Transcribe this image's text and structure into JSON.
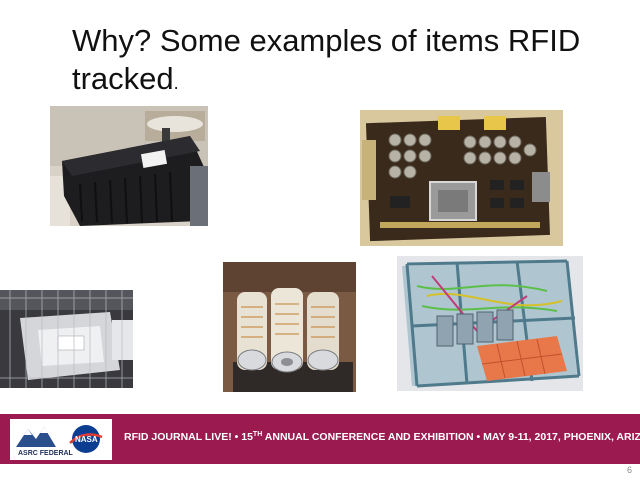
{
  "slide": {
    "title": "Why? Some examples of items RFID tracked",
    "title_trailing": ".",
    "footer": {
      "conference_text_before": "RFID JOURNAL LIVE!  •  15",
      "conference_text_sup": "TH",
      "conference_text_after": " ANNUAL CONFERENCE AND EXHIBITION  •  MAY 9-11, 2017, PHOENIX, ARIZ.",
      "logo_asrc_text": "ASRC FEDERAL",
      "logo_nasa_text": "NASA",
      "background_color": "#9b1b50"
    },
    "page_number": "6"
  },
  "photos": [
    {
      "subject": "black-storage-bin"
    },
    {
      "subject": "circuit-board"
    },
    {
      "subject": "bagged-parts-on-wire-shelf"
    },
    {
      "subject": "wrapped-filter-cylinders"
    },
    {
      "subject": "cad-model-structure"
    }
  ]
}
